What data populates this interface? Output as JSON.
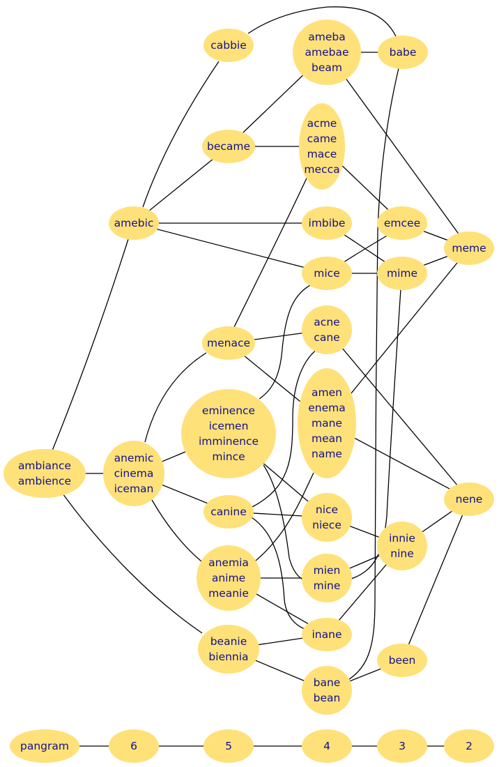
{
  "colors": {
    "node_fill": "#FFE17A",
    "label": "#10108C",
    "edge": "#000000",
    "background": "#FFFFFF"
  },
  "nodes": [
    {
      "id": "cabbie",
      "lines": [
        "cabbie"
      ]
    },
    {
      "id": "ameba",
      "lines": [
        "ameba",
        "amebae",
        "beam"
      ]
    },
    {
      "id": "babe",
      "lines": [
        "babe"
      ]
    },
    {
      "id": "became",
      "lines": [
        "became"
      ]
    },
    {
      "id": "acme",
      "lines": [
        "acme",
        "came",
        "mace",
        "mecca"
      ]
    },
    {
      "id": "amebic",
      "lines": [
        "amebic"
      ]
    },
    {
      "id": "imbibe",
      "lines": [
        "imbibe"
      ]
    },
    {
      "id": "emcee",
      "lines": [
        "emcee"
      ]
    },
    {
      "id": "meme",
      "lines": [
        "meme"
      ]
    },
    {
      "id": "mice",
      "lines": [
        "mice"
      ]
    },
    {
      "id": "mime",
      "lines": [
        "mime"
      ]
    },
    {
      "id": "acne",
      "lines": [
        "acne",
        "cane"
      ]
    },
    {
      "id": "menace",
      "lines": [
        "menace"
      ]
    },
    {
      "id": "amen",
      "lines": [
        "amen",
        "enema",
        "mane",
        "mean",
        "name"
      ]
    },
    {
      "id": "eminence",
      "lines": [
        "eminence",
        "icemen",
        "imminence",
        "mince"
      ]
    },
    {
      "id": "ambiance",
      "lines": [
        "ambiance",
        "ambience"
      ]
    },
    {
      "id": "anemic",
      "lines": [
        "anemic",
        "cinema",
        "iceman"
      ]
    },
    {
      "id": "nene",
      "lines": [
        "nene"
      ]
    },
    {
      "id": "canine",
      "lines": [
        "canine"
      ]
    },
    {
      "id": "nice",
      "lines": [
        "nice",
        "niece"
      ]
    },
    {
      "id": "innie",
      "lines": [
        "innie",
        "nine"
      ]
    },
    {
      "id": "anemia",
      "lines": [
        "anemia",
        "anime",
        "meanie"
      ]
    },
    {
      "id": "mien",
      "lines": [
        "mien",
        "mine"
      ]
    },
    {
      "id": "beanie",
      "lines": [
        "beanie",
        "biennia"
      ]
    },
    {
      "id": "inane",
      "lines": [
        "inane"
      ]
    },
    {
      "id": "been",
      "lines": [
        "been"
      ]
    },
    {
      "id": "bane",
      "lines": [
        "bane",
        "bean"
      ]
    },
    {
      "id": "pangram",
      "lines": [
        "pangram"
      ]
    },
    {
      "id": "n6",
      "lines": [
        "6"
      ]
    },
    {
      "id": "n5",
      "lines": [
        "5"
      ]
    },
    {
      "id": "n4",
      "lines": [
        "4"
      ]
    },
    {
      "id": "n3",
      "lines": [
        "3"
      ]
    },
    {
      "id": "n2",
      "lines": [
        "2"
      ]
    }
  ],
  "edges": [
    [
      "cabbie",
      "babe"
    ],
    [
      "cabbie",
      "amebic"
    ],
    [
      "ameba",
      "babe"
    ],
    [
      "ameba",
      "became"
    ],
    [
      "ameba",
      "meme"
    ],
    [
      "babe",
      "bane"
    ],
    [
      "became",
      "acme"
    ],
    [
      "became",
      "amebic"
    ],
    [
      "acme",
      "emcee"
    ],
    [
      "acme",
      "menace"
    ],
    [
      "amebic",
      "imbibe"
    ],
    [
      "amebic",
      "mice"
    ],
    [
      "amebic",
      "ambiance"
    ],
    [
      "imbibe",
      "mime"
    ],
    [
      "emcee",
      "meme"
    ],
    [
      "emcee",
      "mice"
    ],
    [
      "meme",
      "mime"
    ],
    [
      "meme",
      "amen"
    ],
    [
      "mice",
      "mime"
    ],
    [
      "mice",
      "eminence"
    ],
    [
      "mime",
      "mien"
    ],
    [
      "acne",
      "menace"
    ],
    [
      "acne",
      "nene"
    ],
    [
      "acne",
      "canine"
    ],
    [
      "menace",
      "amen"
    ],
    [
      "menace",
      "anemic"
    ],
    [
      "amen",
      "nene"
    ],
    [
      "amen",
      "anemia"
    ],
    [
      "eminence",
      "anemic"
    ],
    [
      "eminence",
      "nice"
    ],
    [
      "eminence",
      "mien"
    ],
    [
      "ambiance",
      "anemic"
    ],
    [
      "ambiance",
      "beanie"
    ],
    [
      "anemic",
      "canine"
    ],
    [
      "anemic",
      "anemia"
    ],
    [
      "nene",
      "innie"
    ],
    [
      "nene",
      "been"
    ],
    [
      "canine",
      "nice"
    ],
    [
      "canine",
      "inane"
    ],
    [
      "nice",
      "innie"
    ],
    [
      "innie",
      "mien"
    ],
    [
      "innie",
      "inane"
    ],
    [
      "anemia",
      "mien"
    ],
    [
      "anemia",
      "inane"
    ],
    [
      "beanie",
      "inane"
    ],
    [
      "beanie",
      "bane"
    ],
    [
      "been",
      "bane"
    ],
    [
      "pangram",
      "n6"
    ],
    [
      "n6",
      "n5"
    ],
    [
      "n5",
      "n4"
    ],
    [
      "n4",
      "n3"
    ],
    [
      "n3",
      "n2"
    ]
  ]
}
